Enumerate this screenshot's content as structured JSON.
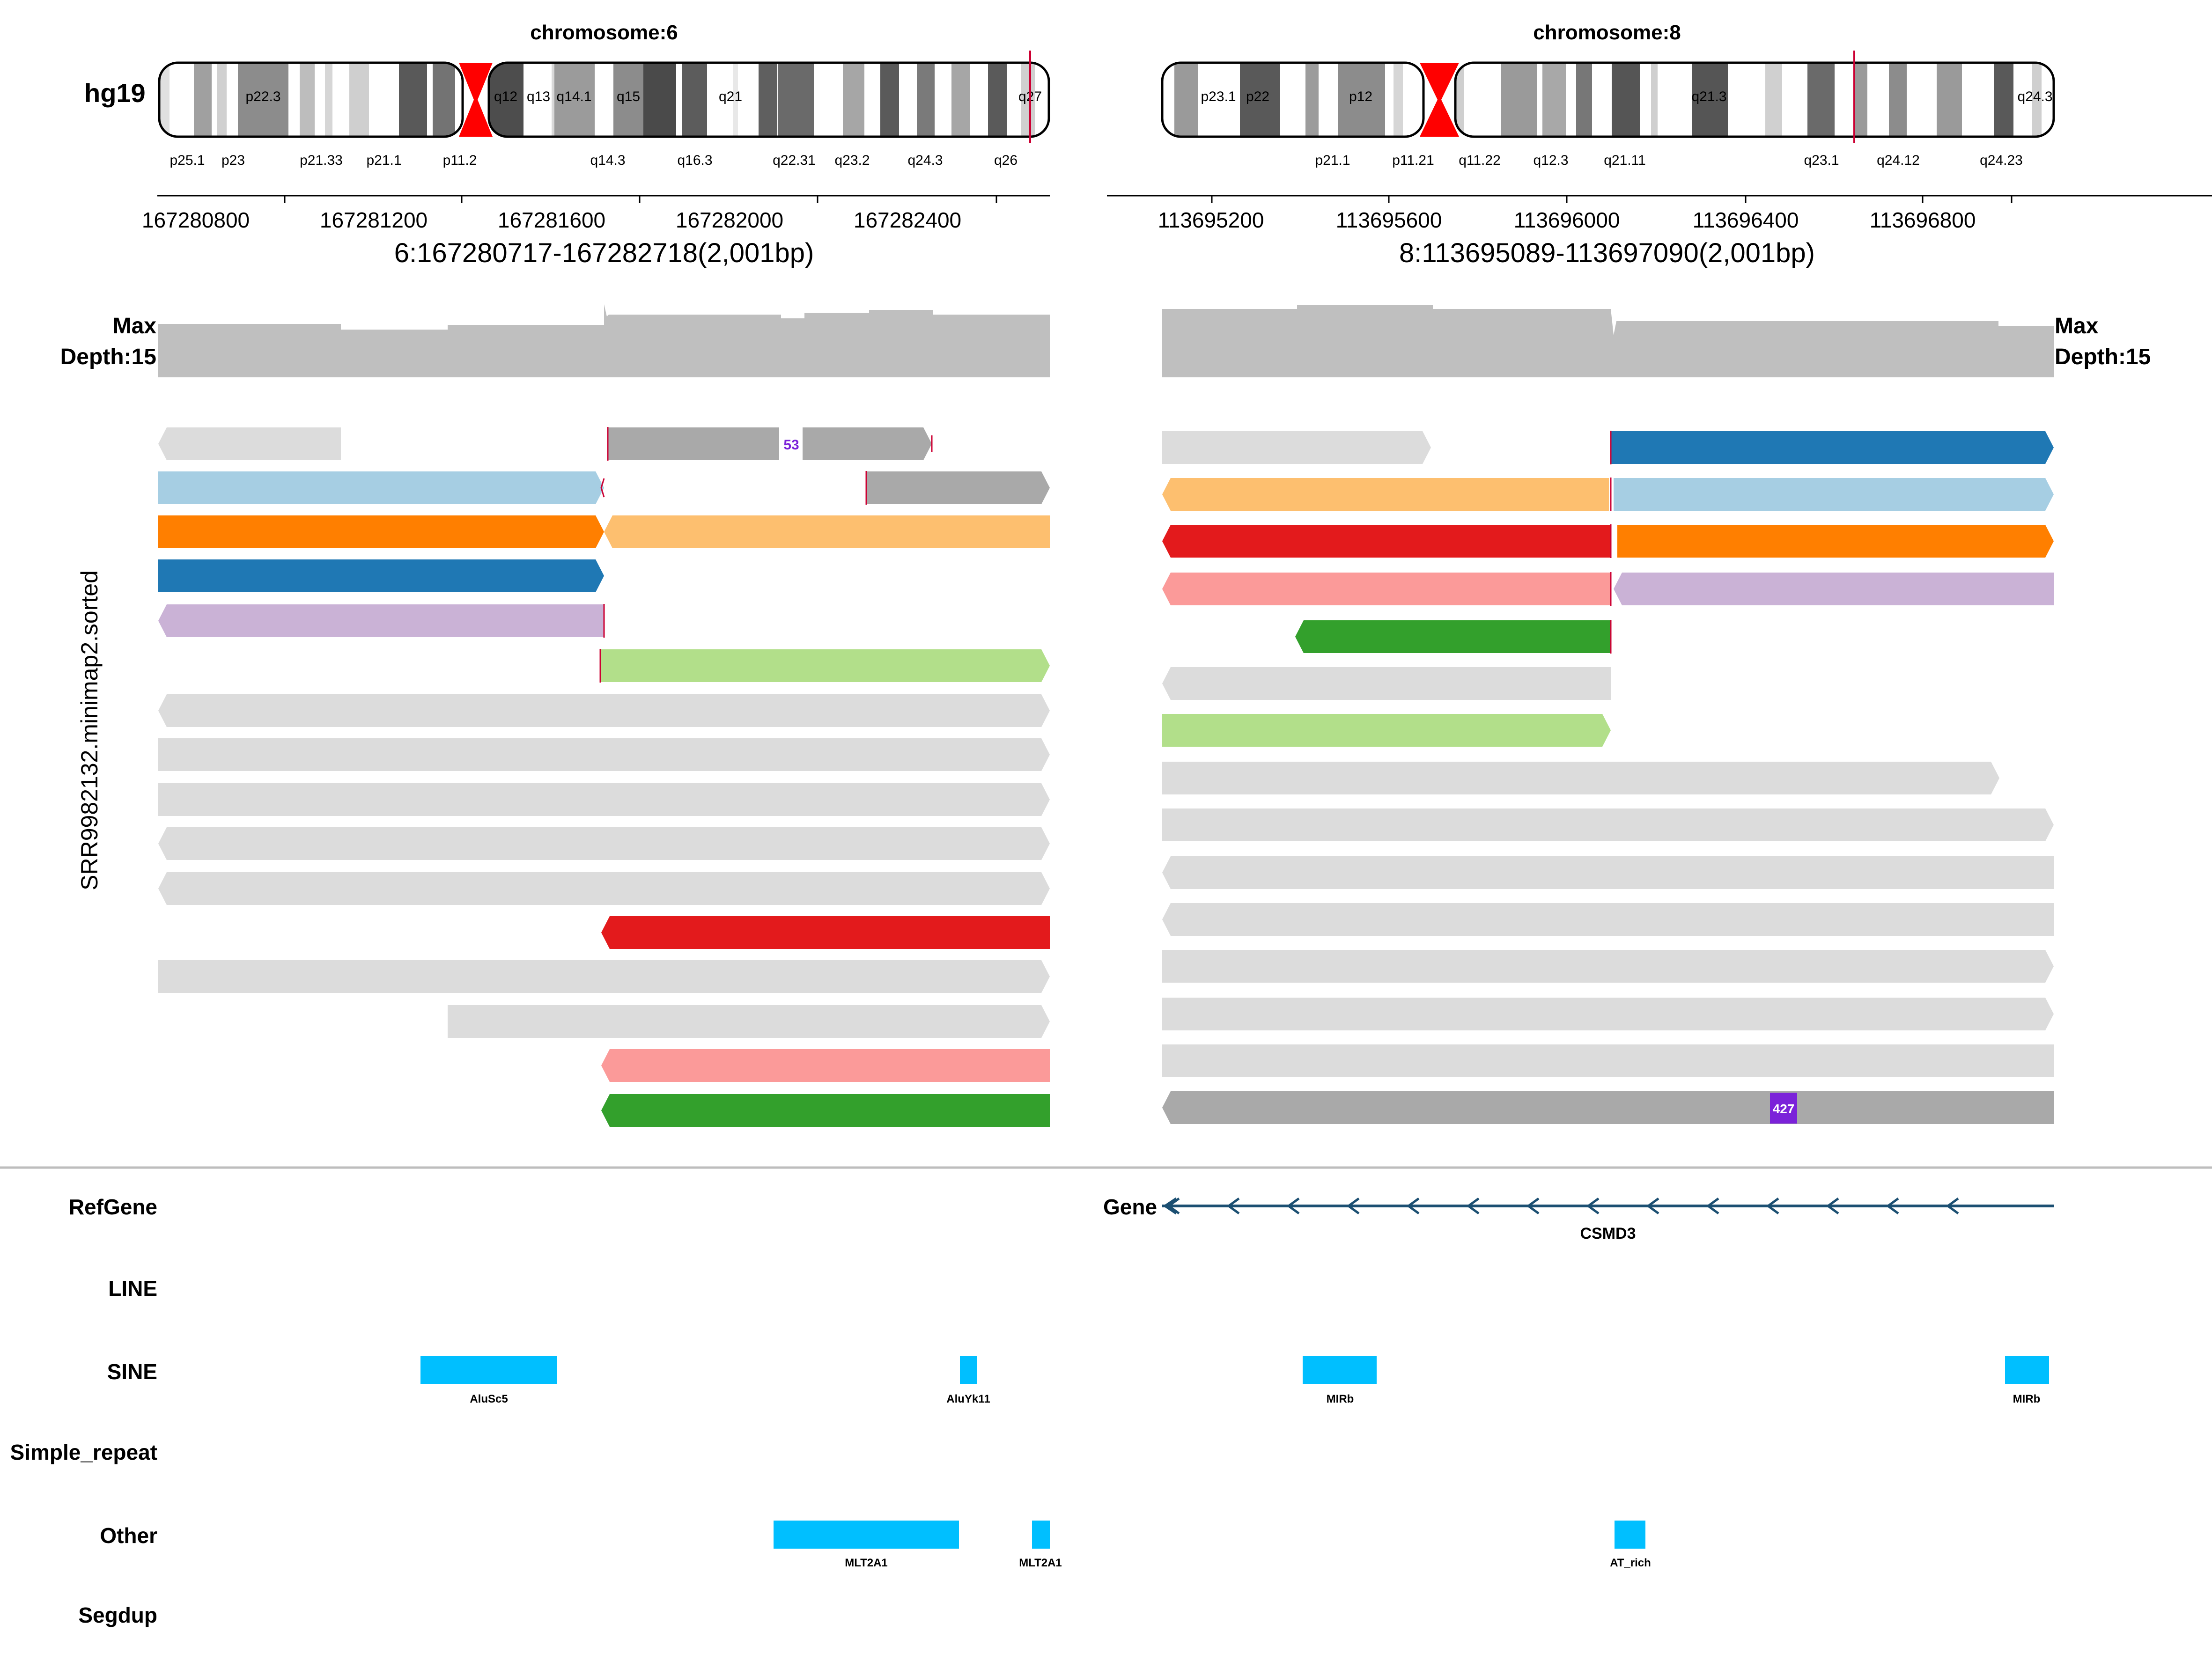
{
  "genome": "hg19",
  "panels": [
    {
      "id": "left",
      "chrom_title": "chromosome:6",
      "p_labels": [
        "p25.1",
        "p23",
        "p21.33",
        "p21.1",
        "p11.2"
      ],
      "q_labels": [
        "q14.3",
        "q16.3",
        "q22.31",
        "q23.2",
        "q24.3",
        "q26"
      ],
      "inner_labels": [
        "p22.3",
        "q12",
        "q13",
        "q14.1",
        "q15",
        "q21",
        "q27"
      ],
      "ticks": [
        "167280800",
        "167281200",
        "167281600",
        "167282000",
        "167282400"
      ],
      "region": "6:167280717-167282718(2,001bp)",
      "depth_label": [
        "Max",
        "Depth:15"
      ],
      "sample": "SRR9982132.minimap2.sorted",
      "reads": [
        {
          "color": "#dcdcdc"
        },
        {
          "color": "#a9a9a9",
          "label": "53"
        },
        {
          "color": "#a6cee3"
        },
        {
          "color": "#ff7f00"
        },
        {
          "color": "#fdbf6f"
        },
        {
          "color": "#1f78b4"
        },
        {
          "color": "#cab2d6"
        },
        {
          "color": "#b2df8a"
        },
        {
          "color": "#dcdcdc"
        },
        {
          "color": "#e31a1c"
        },
        {
          "color": "#fb9a99"
        },
        {
          "color": "#33a02c"
        }
      ]
    },
    {
      "id": "right",
      "chrom_title": "chromosome:8",
      "p_labels": [
        "p21.1",
        "p11.21",
        "q11.22",
        "q12.3",
        "q21.11"
      ],
      "q_labels": [
        "q23.1",
        "q24.12",
        "q24.23"
      ],
      "inner_labels": [
        "p23.1",
        "p22",
        "p12",
        "q21.3",
        "q24.3"
      ],
      "ticks": [
        "113695200",
        "113695600",
        "113696000",
        "113696400",
        "113696800"
      ],
      "region": "8:113695089-113697090(2,001bp)",
      "depth_label": [
        "Max",
        "Depth:15"
      ],
      "reads": [
        {
          "color": "#1f78b4"
        },
        {
          "color": "#fdbf6f"
        },
        {
          "color": "#a6cee3"
        },
        {
          "color": "#e31a1c"
        },
        {
          "color": "#ff7f00"
        },
        {
          "color": "#fb9a99"
        },
        {
          "color": "#cab2d6"
        },
        {
          "color": "#33a02c"
        },
        {
          "color": "#b2df8a"
        },
        {
          "color": "#a9a9a9",
          "label": "427"
        }
      ]
    }
  ],
  "tracks": {
    "labels": [
      "RefGene",
      "LINE",
      "SINE",
      "Simple_repeat",
      "Other",
      "Segdup"
    ],
    "gene_row_label": "Gene",
    "gene_name": "CSMD3",
    "sine_features": [
      "AluSc5",
      "AluYk11",
      "MIRb",
      "MIRb"
    ],
    "other_features": [
      "MLT2A1",
      "MLT2A1",
      "AT_rich"
    ]
  },
  "colors": {
    "feature": "#00bfff",
    "gene_line": "#1b4f72",
    "centromere": "#ff0000",
    "highlight": "#cc0033",
    "coverage": "#bfbfbf",
    "mismatch": "#7b22d9"
  }
}
